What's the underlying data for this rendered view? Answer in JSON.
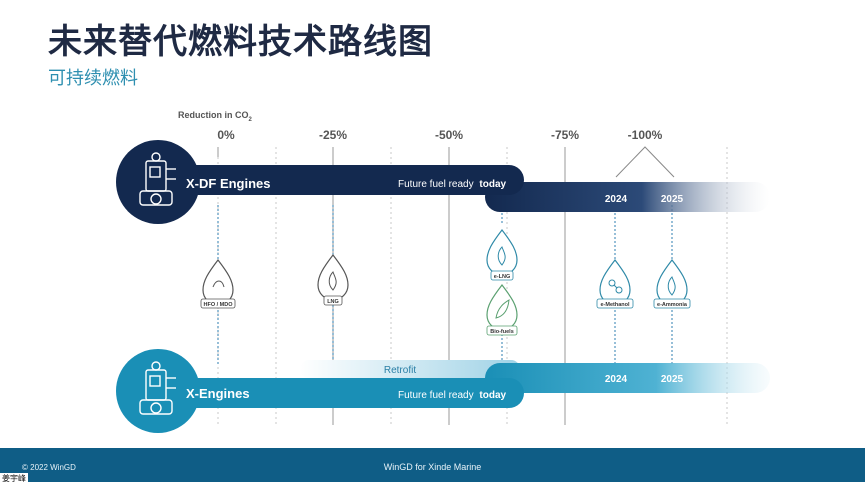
{
  "header": {
    "title": "未来替代燃料技术路线图",
    "subtitle": "可持续燃料"
  },
  "axis": {
    "label": "Reduction in CO",
    "label_sub": "2",
    "ticks": [
      "0%",
      "-25%",
      "-50%",
      "-75%",
      "-100%"
    ]
  },
  "engines": {
    "xdf": {
      "label": "X-DF Engines",
      "ready_text": "Future fuel ready",
      "ready_strong": "today",
      "year1": "2024",
      "year2": "2025"
    },
    "x": {
      "label": "X-Engines",
      "retrofit": "Retrofit",
      "ready_text": "Future fuel ready",
      "ready_strong": "today",
      "year1": "2024",
      "year2": "2025"
    }
  },
  "fuels": [
    {
      "label": "HFO / MDO",
      "icon": "drop-icon"
    },
    {
      "label": "LNG",
      "icon": "flame-drop-icon"
    },
    {
      "label": "e-LNG",
      "icon": "flame-drop-icon"
    },
    {
      "label": "Bio-fuels",
      "icon": "leaf-drop-icon"
    },
    {
      "label": "e-Methanol",
      "icon": "molecule-drop-icon"
    },
    {
      "label": "e-Ammonia",
      "icon": "flame-drop-icon"
    }
  ],
  "colors": {
    "navy": "#13294f",
    "teal": "#1f8fb5",
    "footer": "#0f5d86"
  },
  "footer": {
    "copyright": "© 2022 WinGD",
    "center": "WinGD for Xinde Marine",
    "presenter": "姜宇峰"
  }
}
